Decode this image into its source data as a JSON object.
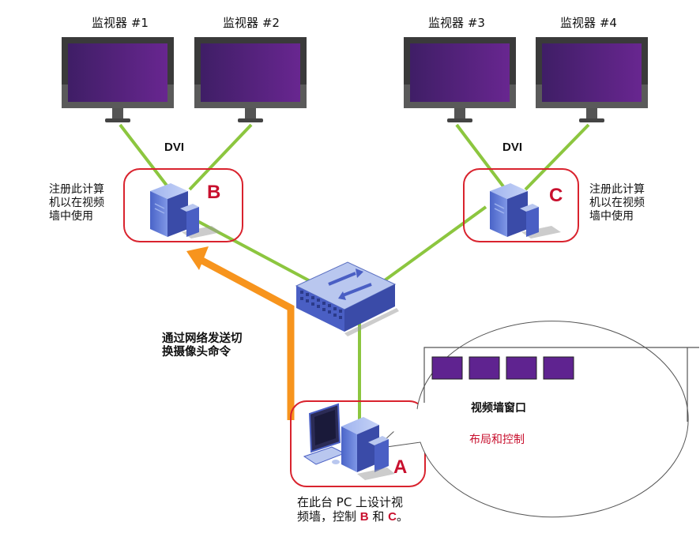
{
  "monitors": [
    {
      "label": "监视器 #1"
    },
    {
      "label": "监视器 #2"
    },
    {
      "label": "监视器 #3"
    },
    {
      "label": "监视器 #4"
    }
  ],
  "connections": {
    "left_label": "DVI",
    "right_label": "DVI"
  },
  "nodes": {
    "b": {
      "letter": "B",
      "description_lines": [
        "注册此计算",
        "机以在视频",
        "墙中使用"
      ]
    },
    "c": {
      "letter": "C",
      "description_lines": [
        "注册此计算",
        "机以在视频",
        "墙中使用"
      ]
    },
    "a": {
      "letter": "A"
    }
  },
  "command_arrow": {
    "lines": [
      "通过网络发送切",
      "换摄像头命令"
    ]
  },
  "bubble": {
    "title": "视频墙窗口",
    "subtitle": "布局和控制",
    "tile_count": 4
  },
  "bottom_caption": {
    "line1": "在此台 PC 上设计视",
    "line2_prefix": "频墙，控制 ",
    "b": "B",
    "and": " 和 ",
    "c": "C",
    "suffix": "。"
  },
  "colors": {
    "link": "#8cc63f",
    "arrow": "#f7941d",
    "frame": "#d9232e",
    "screen_dark": "#3f1e66",
    "screen_light": "#682690",
    "accent_red": "#c8102e"
  }
}
